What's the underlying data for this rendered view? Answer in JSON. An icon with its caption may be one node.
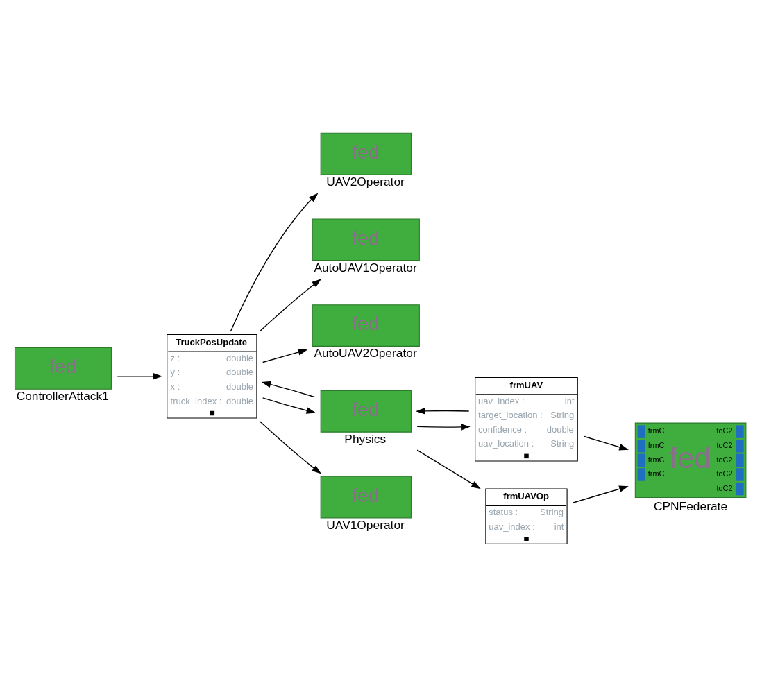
{
  "diagram": {
    "nodes": [
      {
        "text": [
          "fed",
          "ControllerAttack1"
        ]
      },
      {
        "text": [
          "TruckPosUpdate",
          "z :",
          "double",
          "y :",
          "double",
          "x :",
          "double",
          "truck_index :",
          "double"
        ]
      },
      {
        "text": [
          "fed",
          "UAV2Operator"
        ]
      },
      {
        "text": [
          "fed",
          "AutoUAV1Operator"
        ]
      },
      {
        "text": [
          "fed",
          "AutoUAV2Operator"
        ]
      },
      {
        "text": [
          "fed",
          "Physics"
        ]
      },
      {
        "text": [
          "frmUAV",
          "uav_index :",
          "int",
          "target_location :",
          "String",
          "confidence :",
          "double",
          "uav_location :",
          "String"
        ]
      },
      {
        "text": [
          "fed",
          "UAV1Operator"
        ]
      },
      {
        "text": [
          "frmUAVOp",
          "status :",
          "String",
          "uav_index :",
          "int"
        ]
      },
      {
        "text": [
          "fed",
          "frmC",
          "frmC",
          "frmC",
          "frmC",
          "toC2",
          "toC2",
          "toC2",
          "toC2",
          "toC2",
          "CPNFederate"
        ]
      }
    ],
    "edges": [
      {
        "from": 0,
        "to": 1,
        "arrow": "to"
      },
      {
        "from": 5,
        "to": 1,
        "arrow": "to"
      },
      {
        "from": 1,
        "to": 5,
        "arrow": "to"
      },
      {
        "from": 1,
        "to": 2,
        "arrow": "to"
      },
      {
        "from": 1,
        "to": 3,
        "arrow": "to"
      },
      {
        "from": 1,
        "to": 4,
        "arrow": "to"
      },
      {
        "from": 1,
        "to": 7,
        "arrow": "to"
      },
      {
        "from": 5,
        "to": 6,
        "arrow": "to"
      },
      {
        "from": 6,
        "to": 5,
        "arrow": "to"
      },
      {
        "from": 5,
        "to": 8,
        "arrow": "to"
      },
      {
        "from": 6,
        "to": 9,
        "arrow": "to"
      },
      {
        "from": 8,
        "to": 9,
        "arrow": "to"
      }
    ]
  }
}
